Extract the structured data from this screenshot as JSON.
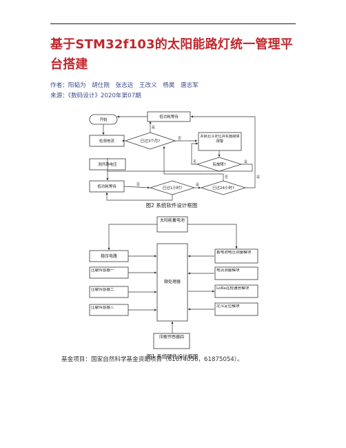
{
  "header": {
    "title": "基于STM32f103的太阳能路灯统一管理平台搭建",
    "authors": "作者：阳韬为　胡仕刚　张志远　王改义　杨昊　唐志军",
    "source": "来源：《数码设计》2020年第07期"
  },
  "figure_software": {
    "caption": "图2 系统软件设计框图",
    "nodes": {
      "start": "开始",
      "detect_current": "检测电流",
      "measure_voltage": "测开路电压",
      "low_power_wait_top": "低功耗等待",
      "low_power_wait_bottom": "低功耗等待",
      "beidou": "并启北斗定位并实施故障报警",
      "three_months": "已过3个月?",
      "fault": "有故障?",
      "one_hour": "已过1小时?",
      "twentyfour_hours": "已过24小时?"
    },
    "edge_labels": {
      "three_months_no": "否",
      "three_months_yes": "是",
      "fault_yes": "是",
      "fault_no": "否",
      "one_hour_no": "否",
      "one_hour_yes": "是",
      "twentyfour_yes": "是",
      "twentyfour_no": "否"
    }
  },
  "figure_hardware": {
    "caption": "图1 系统硬件设计框图",
    "center": "微处理器",
    "top": "太阳能蓄电池",
    "bottom": "压敏传感器四",
    "left": [
      "稳压电路",
      "压敏传感器一",
      "压敏传感器二",
      "压敏传感器三"
    ],
    "right": [
      "蓄电池电压测量模块",
      "电流测量模块",
      "LoRa远程通信模块",
      "北斗定位模块"
    ]
  },
  "funding": "基金项目：国家自然科学基金资助项目（61674056，61875054）。"
}
